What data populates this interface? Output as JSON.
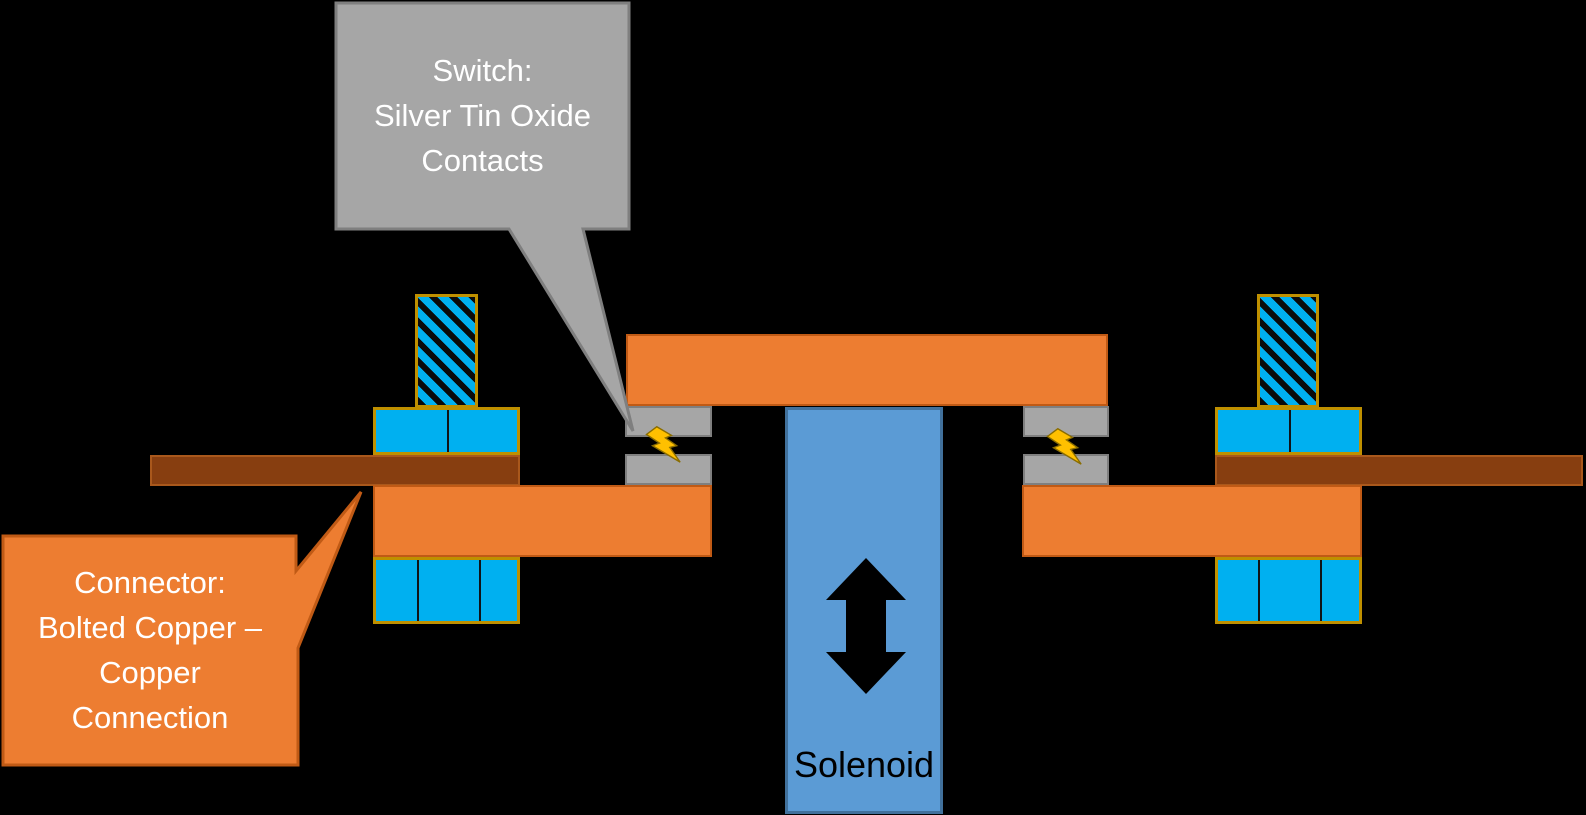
{
  "diagram": {
    "callout_switch": {
      "lines": [
        "Switch:",
        "Silver Tin Oxide",
        "Contacts"
      ],
      "fill": "#A6A6A6",
      "border": "#7F7F7F",
      "text_color": "#FFFFFF"
    },
    "callout_connector": {
      "lines": [
        "Connector:",
        "Bolted Copper –",
        "Copper",
        "Connection"
      ],
      "fill": "#ED7D31",
      "border": "#C05A15",
      "text_color": "#FFFFFF"
    },
    "solenoid": {
      "label": "Solenoid",
      "fill": "#5B9BD5",
      "border": "#41719C",
      "arrow_color": "#000000",
      "label_color": "#000000"
    },
    "colors": {
      "background": "#000000",
      "busbar_orange_fill": "#ED7D31",
      "busbar_orange_stroke": "#C05A15",
      "contact_gray_fill": "#A6A6A6",
      "contact_gray_stroke": "#7F7F7F",
      "copper_bar_fill": "#873E10",
      "copper_bar_stroke": "#A9581C",
      "washer_fill": "#00B0F0",
      "washer_stroke": "#BF9000",
      "arc_flash_fill": "#FFC000"
    }
  }
}
